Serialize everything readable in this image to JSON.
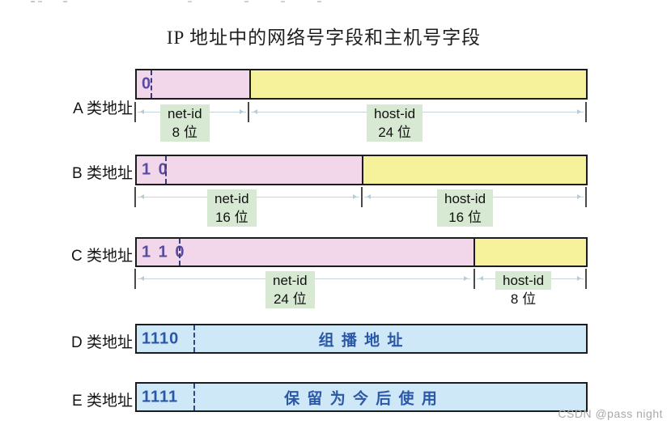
{
  "title": "IP 地址中的网络号字段和主机号字段",
  "watermark": "CSDN @pass night",
  "colors": {
    "net_id_fill": "#f2d6ea",
    "host_id_fill": "#f6f29c",
    "reserved_fill": "#cfe8f7",
    "field_label_bg": "#d7e9d2",
    "prefix_bits_purple": "#5a4aa0",
    "prefix_bits_blue": "#2b57a7",
    "bar_border": "#1c1c1c",
    "measure_line": "#c6d5de",
    "tick": "#4a4a4a"
  },
  "rows": [
    {
      "label": "A 类地址",
      "bits": "0",
      "net": {
        "name": "net-id",
        "bits": "8 位"
      },
      "host": {
        "name": "host-id",
        "bits": "24 位"
      }
    },
    {
      "label": "B 类地址",
      "bits": "1 0",
      "net": {
        "name": "net-id",
        "bits": "16 位"
      },
      "host": {
        "name": "host-id",
        "bits": "16 位"
      }
    },
    {
      "label": "C 类地址",
      "bits": "1 1 0",
      "net": {
        "name": "net-id",
        "bits": "24 位"
      },
      "host": {
        "name": "host-id",
        "bits": "8 位"
      }
    },
    {
      "label": "D 类地址",
      "bits": "1110",
      "content": "组 播 地 址"
    },
    {
      "label": "E 类地址",
      "bits": "1111",
      "content": "保 留 为 今 后 使 用"
    }
  ]
}
